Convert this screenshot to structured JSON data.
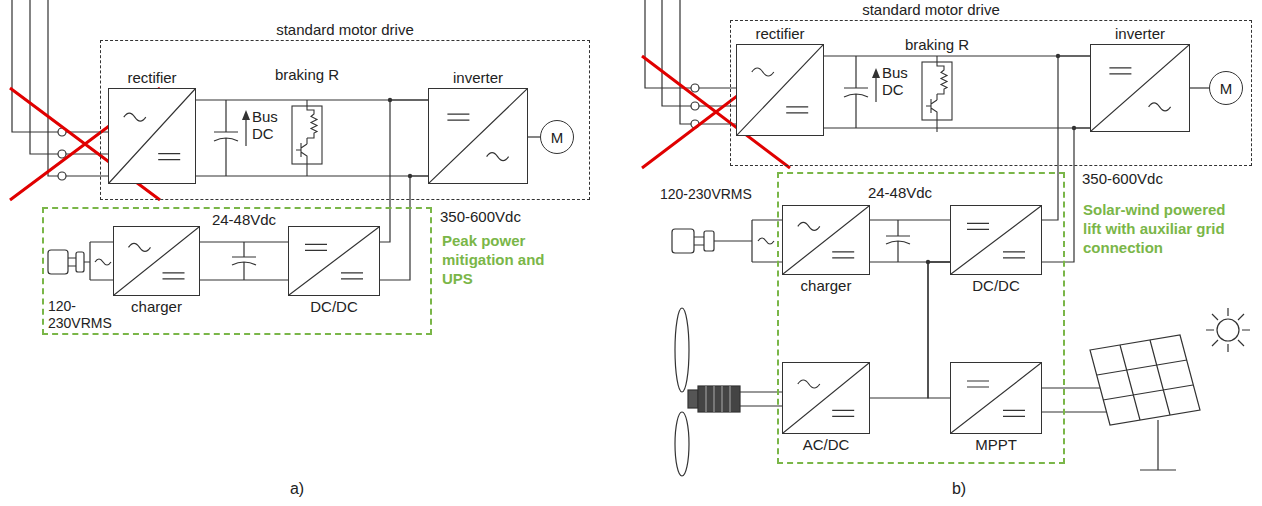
{
  "diagram": {
    "nodes": [
      {
        "text": [
          "standard motor drive"
        ]
      },
      {
        "text": [
          "rectifier"
        ],
        "in": 0
      },
      {
        "text": [
          "inverter"
        ],
        "in": 0
      },
      {
        "text": [
          "M"
        ],
        "in": 0
      },
      {
        "text": [
          "Peak power mitigation and UPS"
        ]
      },
      {
        "text": [
          "charger"
        ],
        "in": 4
      },
      {
        "text": [
          "DC/DC"
        ],
        "in": 4
      },
      {
        "text": [
          "standard motor drive"
        ]
      },
      {
        "text": [
          "rectifier"
        ],
        "in": 7
      },
      {
        "text": [
          "inverter"
        ],
        "in": 7
      },
      {
        "text": [
          "M"
        ],
        "in": 7
      },
      {
        "text": [
          "Solar-wind powered lift with auxiliar grid connection"
        ]
      },
      {
        "text": [
          "charger"
        ],
        "in": 11
      },
      {
        "text": [
          "DC/DC"
        ],
        "in": 11
      },
      {
        "text": [
          "AC/DC"
        ],
        "in": 11
      },
      {
        "text": [
          "MPPT"
        ],
        "in": 11
      }
    ],
    "edges": [
      {
        "from": 1,
        "to": 2,
        "arrow": "none"
      },
      {
        "from": 2,
        "to": 3,
        "arrow": "none"
      },
      {
        "from": 5,
        "to": 6,
        "arrow": "none"
      },
      {
        "from": 6,
        "to": 2,
        "arrow": "none"
      },
      {
        "from": 8,
        "to": 9,
        "arrow": "none"
      },
      {
        "from": 9,
        "to": 10,
        "arrow": "none"
      },
      {
        "from": 12,
        "to": 13,
        "arrow": "none"
      },
      {
        "from": 13,
        "to": 9,
        "arrow": "none"
      },
      {
        "from": 14,
        "to": 13,
        "arrow": "none"
      },
      {
        "from": 15,
        "to": 13,
        "arrow": "none"
      }
    ],
    "labels": [
      "braking R",
      "Bus DC",
      "350-600Vdc",
      "24-48Vdc",
      "120-230VRMS",
      "a)",
      "braking R",
      "Bus DC",
      "120-230VRMS",
      "24-48Vdc",
      "350-600Vdc",
      "b)"
    ]
  }
}
